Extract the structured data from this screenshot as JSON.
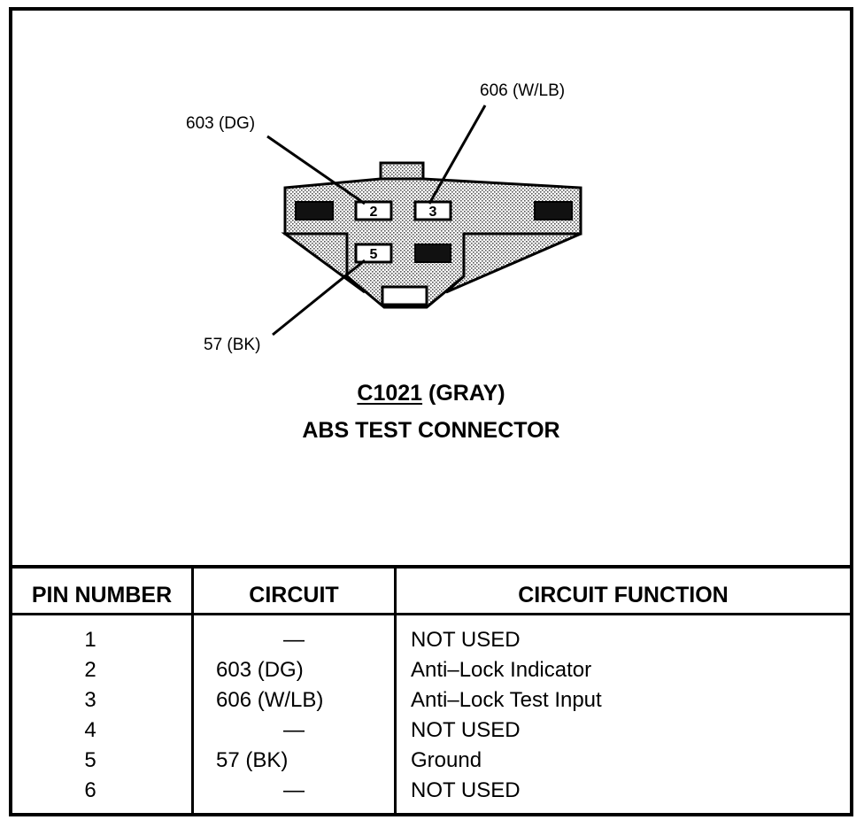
{
  "diagram": {
    "callouts": {
      "pin2": "603 (DG)",
      "pin3": "606 (W/LB)",
      "pin5": "57 (BK)"
    },
    "cavity_labels": {
      "pin2": "2",
      "pin3": "3",
      "pin5": "5"
    },
    "title_code": "C1021",
    "title_color": "(GRAY)",
    "subtitle": "ABS TEST CONNECTOR"
  },
  "table": {
    "headers": {
      "pin": "PIN NUMBER",
      "circuit": "CIRCUIT",
      "function": "CIRCUIT FUNCTION"
    },
    "rows": [
      {
        "pin": "1",
        "circuit": "—",
        "function": "NOT USED"
      },
      {
        "pin": "2",
        "circuit": "603 (DG)",
        "function": "Anti–Lock Indicator"
      },
      {
        "pin": "3",
        "circuit": "606 (W/LB)",
        "function": "Anti–Lock Test Input"
      },
      {
        "pin": "4",
        "circuit": "—",
        "function": "NOT USED"
      },
      {
        "pin": "5",
        "circuit": "57 (BK)",
        "function": "Ground"
      },
      {
        "pin": "6",
        "circuit": "—",
        "function": "NOT USED"
      }
    ]
  }
}
